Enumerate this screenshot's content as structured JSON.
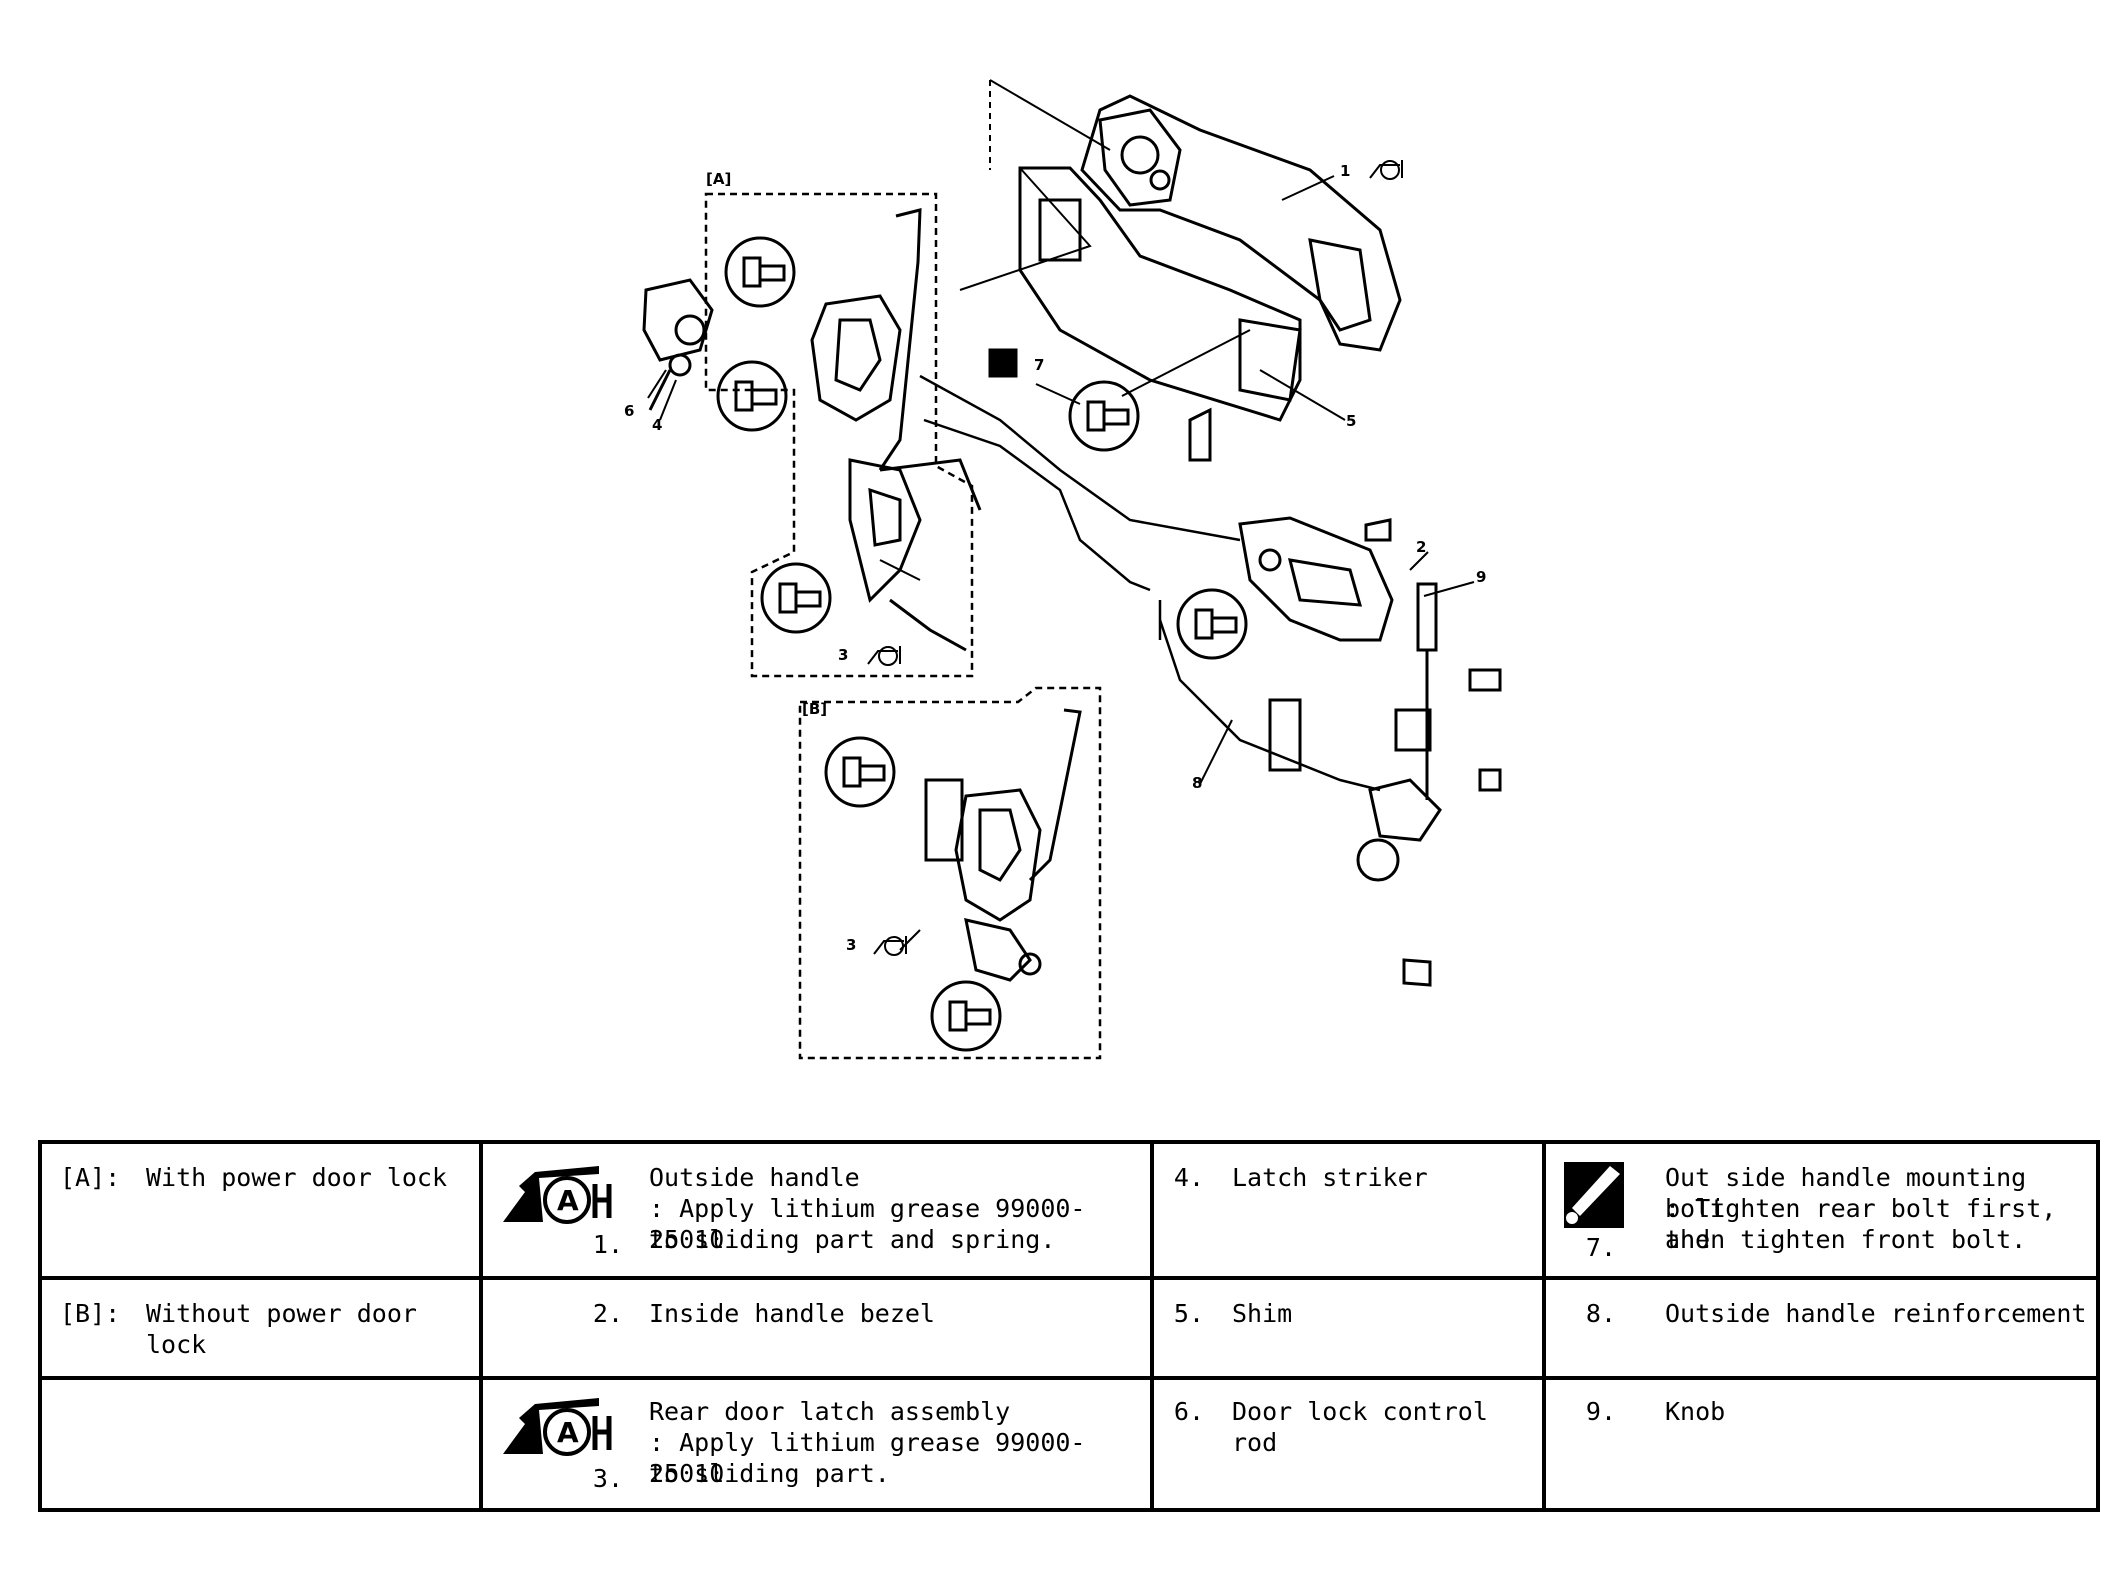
{
  "diagram": {
    "callouts": {
      "A": "[A]",
      "B": "[B]",
      "c1": "1",
      "c2": "2",
      "c3a": "3",
      "c3b": "3",
      "c4": "4",
      "c5": "5",
      "c6": "6",
      "c7": "7",
      "c8": "8",
      "c9": "9"
    }
  },
  "legend": {
    "A": {
      "key": "[A]:",
      "text": "With power door lock"
    },
    "B": {
      "key": "[B]:",
      "text_line1": "Without power door",
      "text_line2": "lock"
    },
    "item1": {
      "num": "1.",
      "line1": "Outside handle",
      "line2": ": Apply lithium grease 99000-25010",
      "line3": "to sliding part and spring."
    },
    "item2": {
      "num": "2.",
      "text": "Inside handle bezel"
    },
    "item3": {
      "num": "3.",
      "line1": "Rear door latch assembly",
      "line2": ": Apply lithium grease 99000-25010",
      "line3": "to sliding part."
    },
    "item4": {
      "num": "4.",
      "text": "Latch striker"
    },
    "item5": {
      "num": "5.",
      "text": "Shim"
    },
    "item6": {
      "num": "6.",
      "text": "Door lock control rod"
    },
    "item7": {
      "num": "7.",
      "line1": "Out side handle mounting bolt",
      "line2": ": Tighten rear bolt first, and",
      "line3": "then tighten front bolt."
    },
    "item8": {
      "num": "8.",
      "text": "Outside handle reinforcement"
    },
    "item9": {
      "num": "9.",
      "text": "Knob"
    },
    "grease_icon_letter": "A"
  }
}
